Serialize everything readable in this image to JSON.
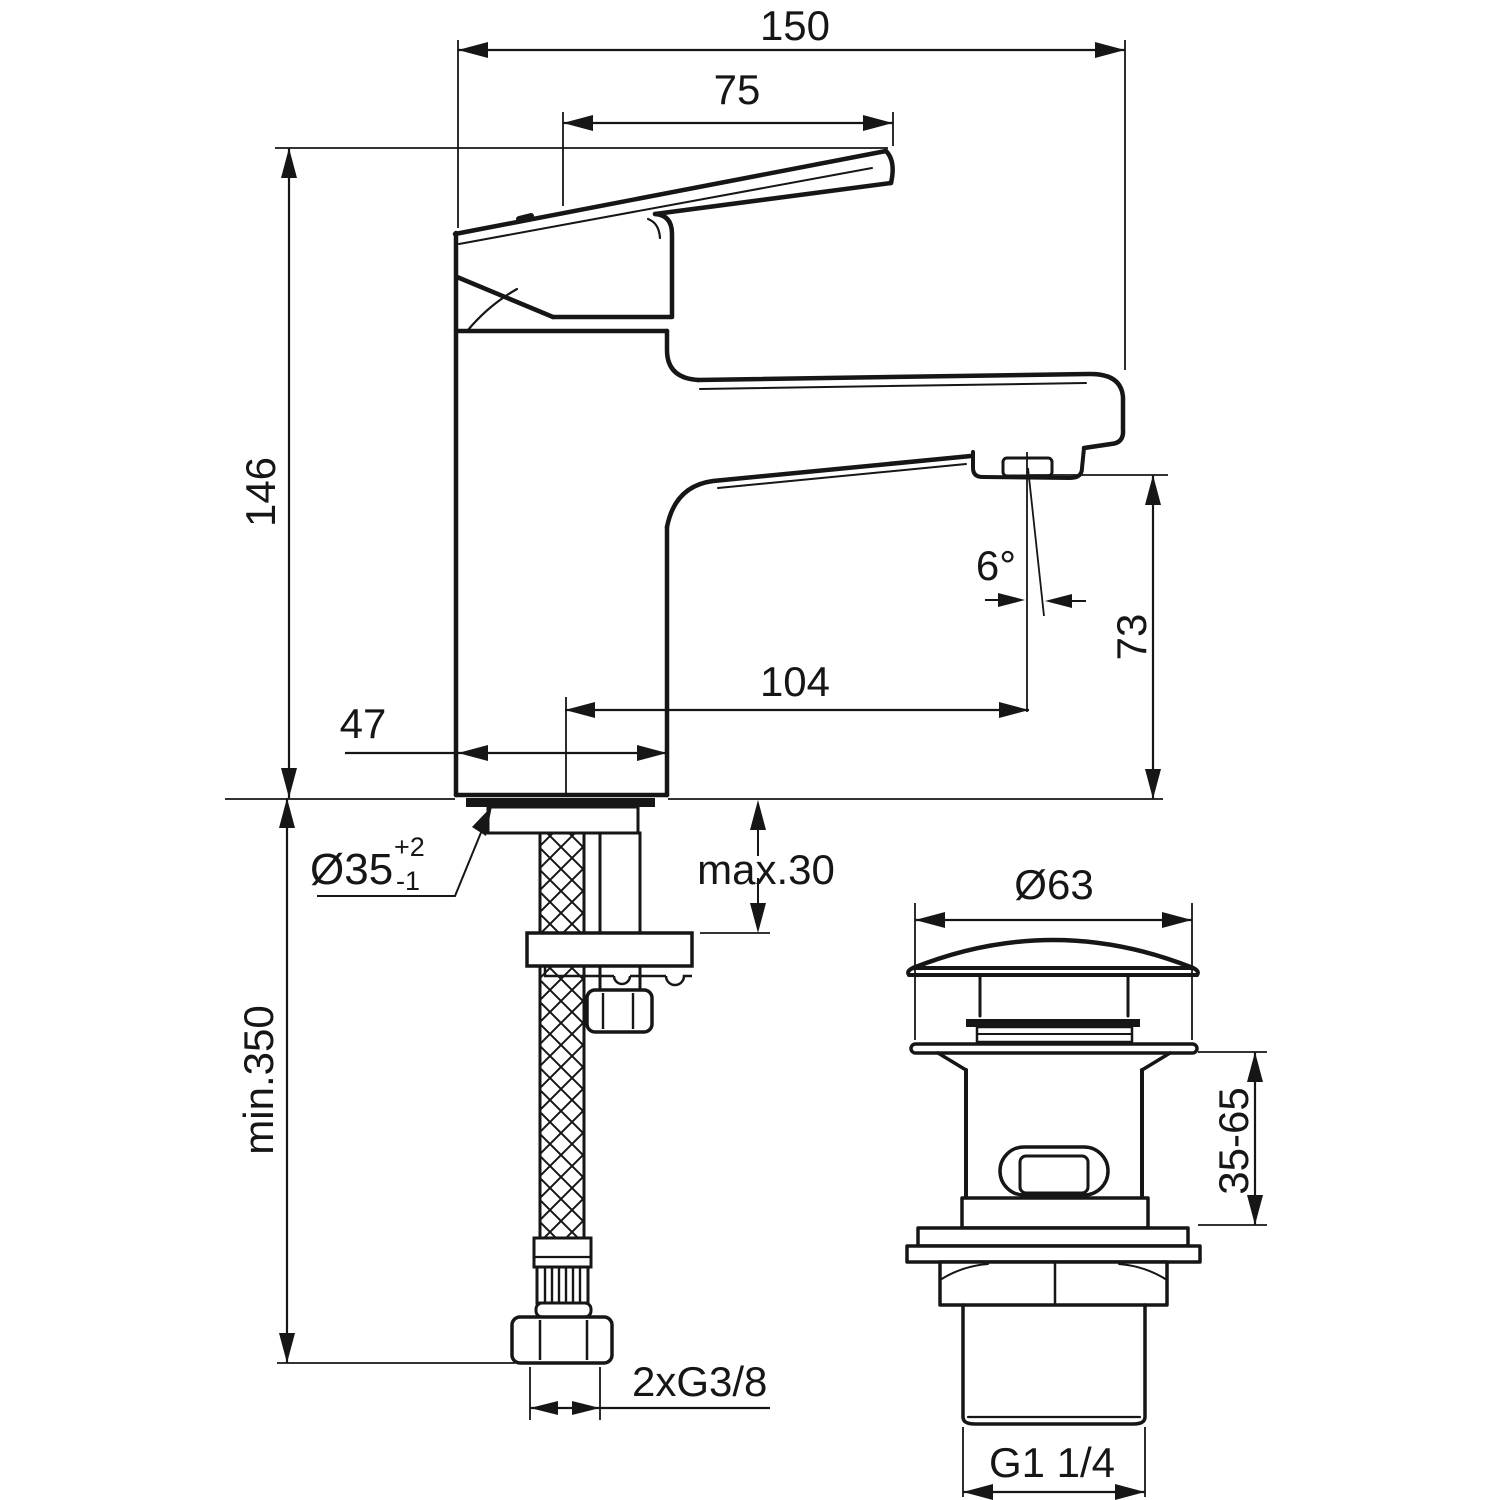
{
  "drawing": {
    "type": "technical-dimension-drawing",
    "subject": "single-lever basin mixer tap with flexible supply hose and pop-up waste",
    "line_color": "#161616",
    "background_color": "#ffffff",
    "labels": {
      "total_width": "150",
      "handle_projection": "75",
      "total_height": "146",
      "body_width": "47",
      "spout_reach": "104",
      "spout_outlet_height": "73",
      "spout_angle": "6°",
      "hole_diameter": "Ø35",
      "hole_tolerance_plus": "+2",
      "hole_tolerance_minus": "-1",
      "max_deck_thickness": "max.30",
      "min_hose_length": "min.350",
      "supply_connection": "2xG3/8",
      "waste_cap_diameter": "Ø63",
      "waste_clamping_range": "35-65",
      "waste_outlet_thread": "G1 1/4"
    }
  }
}
